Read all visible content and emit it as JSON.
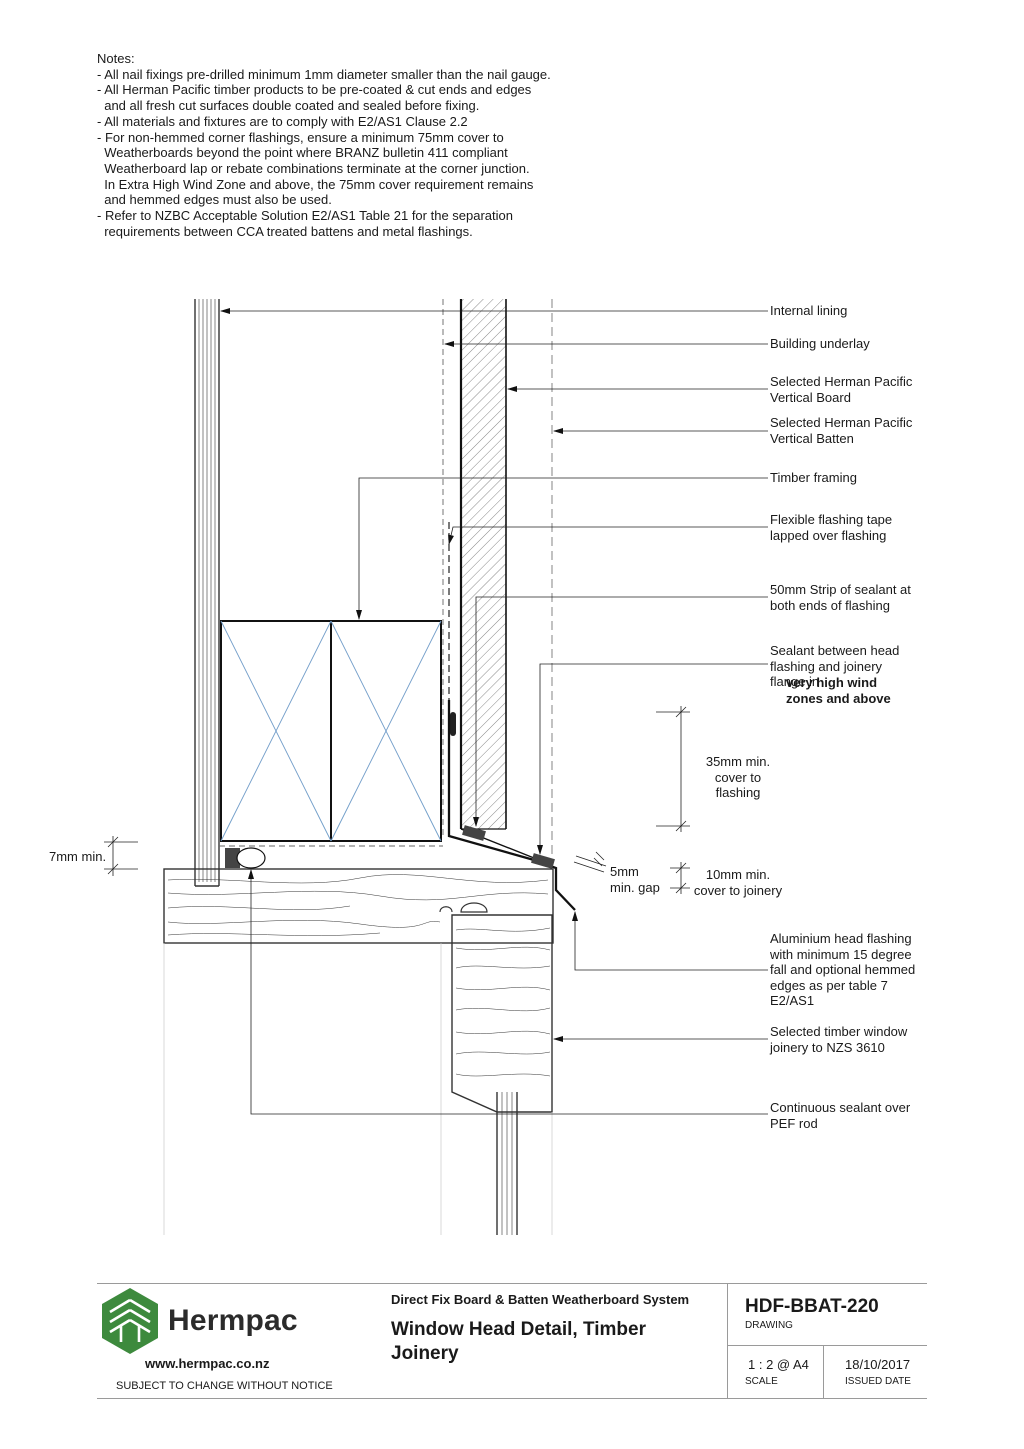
{
  "notes": {
    "heading": "Notes:",
    "lines": [
      "- All nail fixings pre-drilled minimum 1mm diameter smaller than the nail gauge.",
      "- All Herman Pacific timber products to be pre-coated & cut ends and edges",
      "  and all fresh cut surfaces double coated and sealed before fixing.",
      "- All materials and fixtures are to comply with E2/AS1 Clause 2.2",
      "- For non-hemmed corner flashings, ensure a minimum 75mm cover to",
      "  Weatherboards beyond the point where BRANZ bulletin 411 compliant",
      "  Weatherboard lap or rebate combinations terminate at the corner junction.",
      "  In Extra High Wind Zone and above, the 75mm cover requirement remains",
      "  and hemmed edges must also be used.",
      "- Refer to NZBC Acceptable Solution E2/AS1 Table 21 for the separation",
      "  requirements between CCA treated battens and metal flashings."
    ]
  },
  "labels": {
    "internal_lining": "Internal lining",
    "building_underlay": "Building underlay",
    "vertical_board": "Selected Herman Pacific\nVertical Board",
    "vertical_batten": "Selected Herman Pacific\nVertical Batten",
    "timber_framing": "Timber framing",
    "flashing_tape": "Flexible flashing tape\nlapped over flashing",
    "sealant_strip": "50mm Strip of sealant at\nboth ends of flashing",
    "sealant_head": "Sealant between head\nflashing and joinery\nflange in",
    "sealant_head_bold": "very high wind\nzones and above",
    "cover_35": "35mm min.\ncover to\nflashing",
    "gap_5": "5mm\nmin. gap",
    "cover_10": "10mm min.\ncover to joinery",
    "min_7": "7mm min.",
    "head_flashing": "Aluminium head flashing\nwith minimum 15 degree\nfall and optional hemmed\nedges as per table 7\nE2/AS1",
    "window_joinery": "Selected timber window\njoinery to NZS 3610",
    "continuous_sealant": "Continuous sealant over\nPEF rod"
  },
  "title_block": {
    "brand": "Hermpac",
    "website": "www.hermpac.co.nz",
    "notice": "SUBJECT TO CHANGE WITHOUT NOTICE",
    "system": "Direct Fix Board & Batten Weatherboard System",
    "title": "Window Head Detail, Timber Joinery",
    "drawing_no": "HDF-BBAT-220",
    "drawing_caption": "DRAWING",
    "scale": "1 : 2 @ A4",
    "scale_caption": "SCALE",
    "date": "18/10/2017",
    "date_caption": "ISSUED DATE"
  },
  "colors": {
    "brand_green": "#3d8a3d",
    "line": "#1a1a1a",
    "blue_cross": "#6f9cc8"
  }
}
